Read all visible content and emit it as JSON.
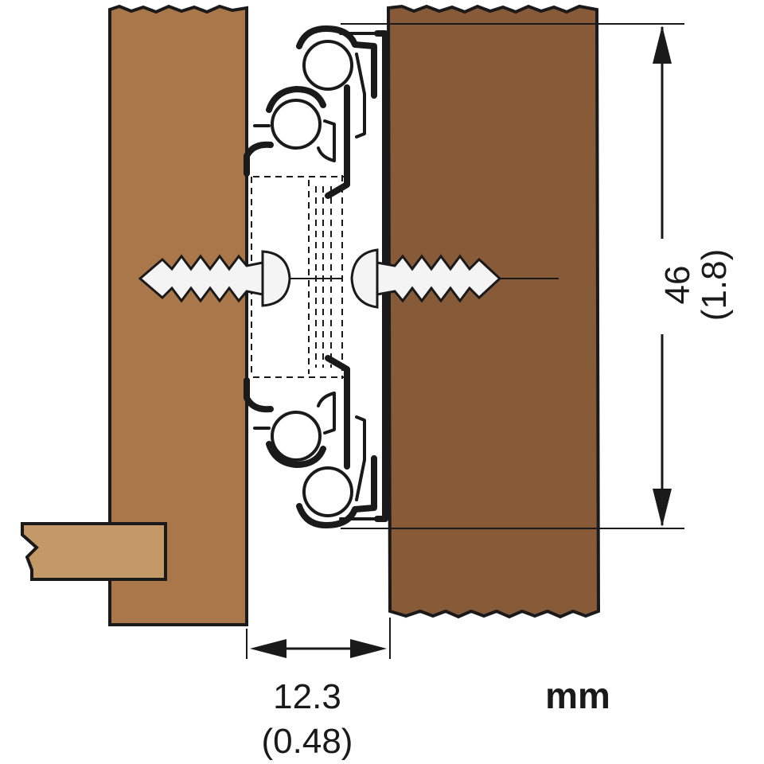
{
  "dimensions": {
    "height_mm": "46",
    "height_in": "(1.8)",
    "gap_mm": "12.3",
    "gap_in": "(0.48)",
    "unit": "mm"
  },
  "colors": {
    "drawer_side": "#a97749",
    "cabinet_side": "#875a38",
    "drawer_bottom": "#c39967",
    "outline": "#1a1a1a",
    "slide_fill": "#ffffff",
    "screw": "#f4f4f4"
  }
}
